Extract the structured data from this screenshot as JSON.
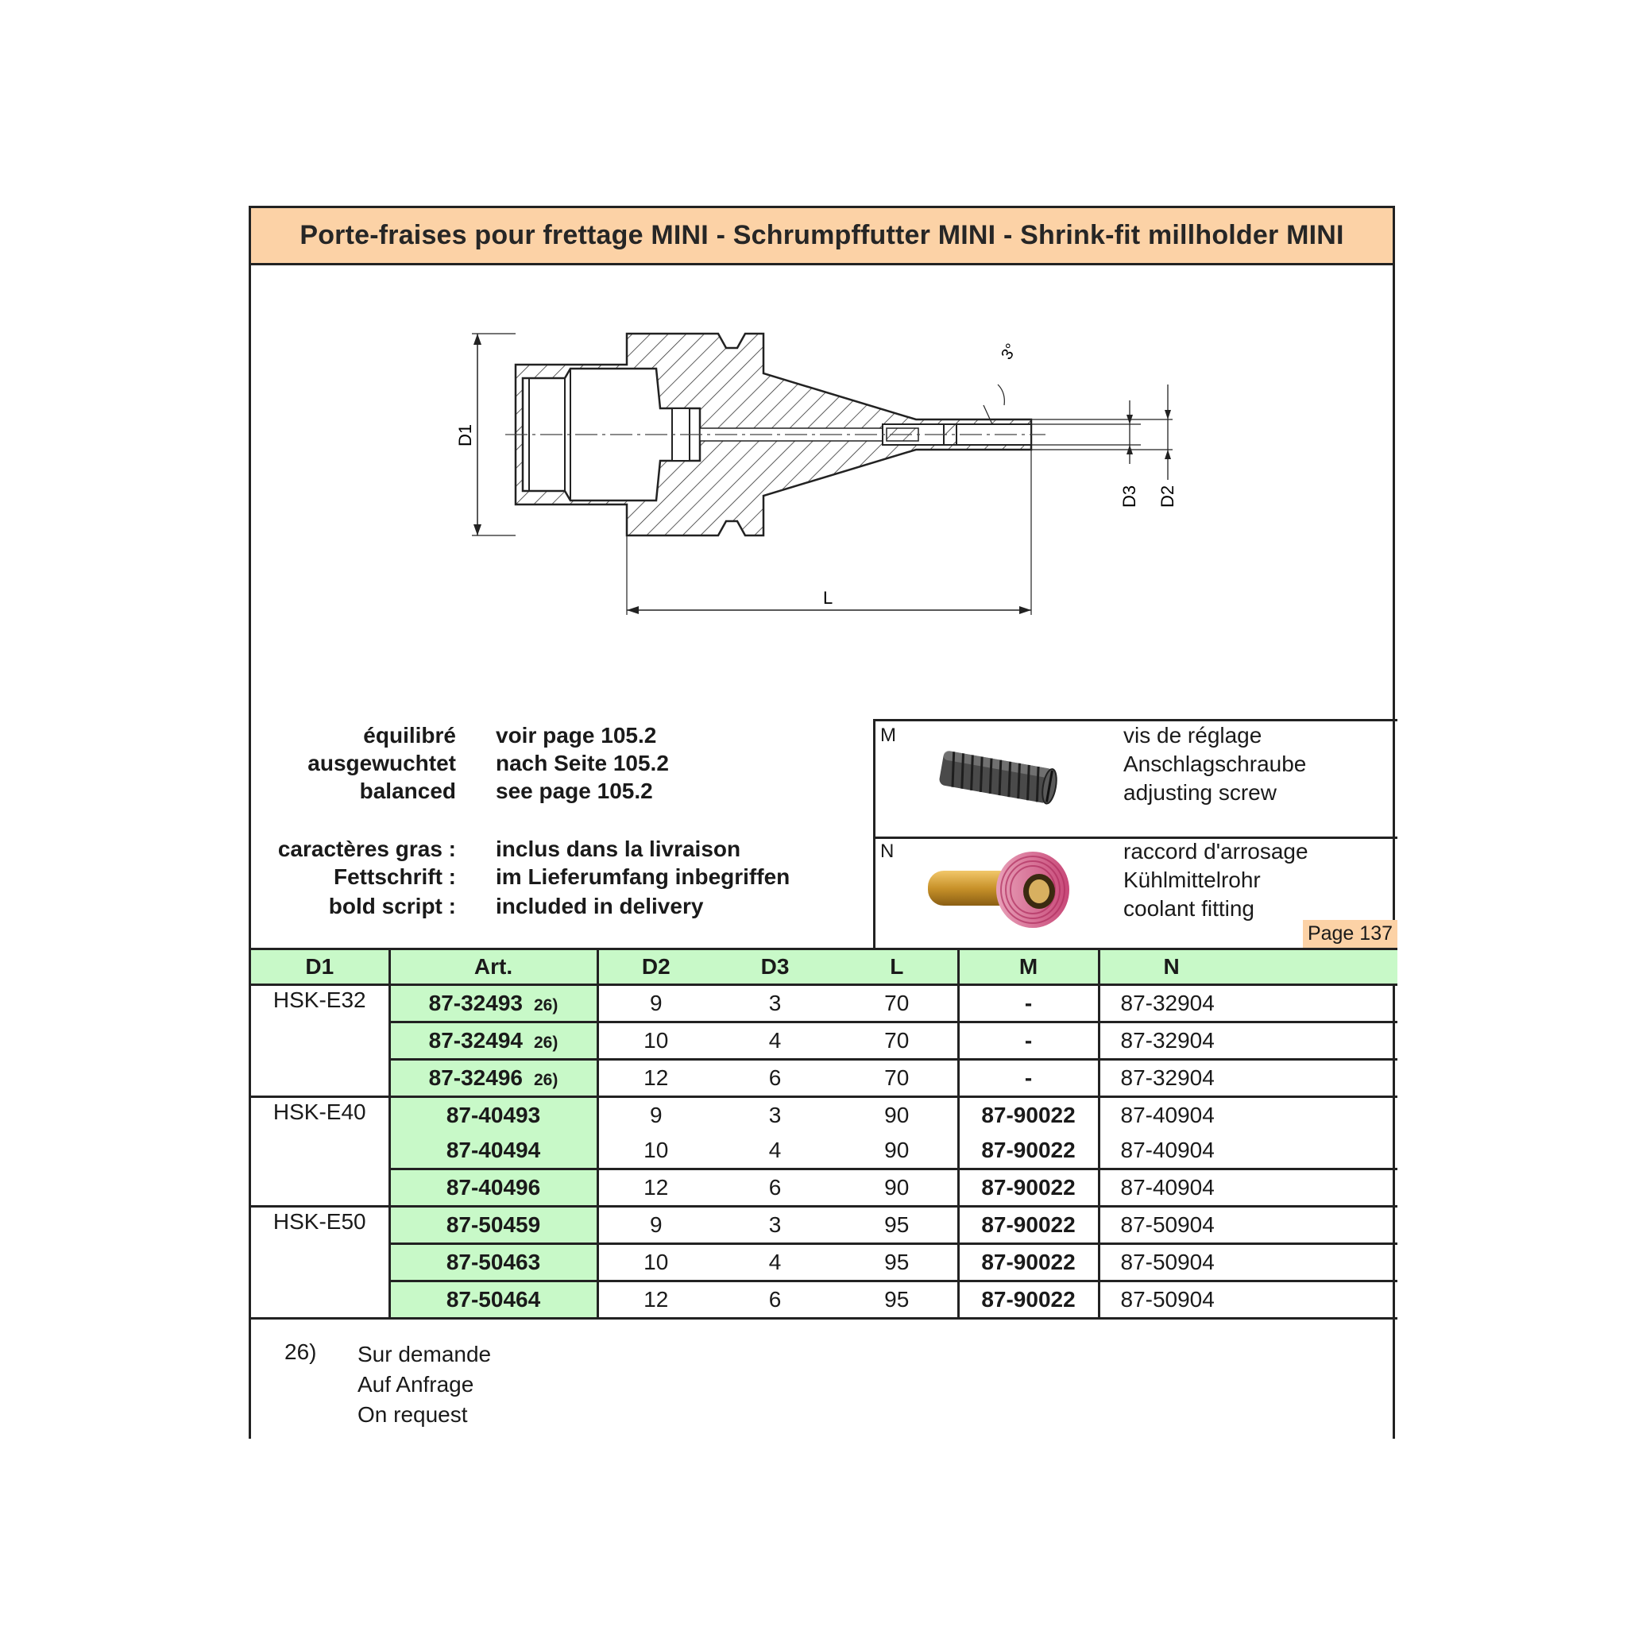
{
  "title": "Porte-fraises pour frettage MINI - Schrumpffutter MINI - Shrink-fit millholder MINI",
  "drawing": {
    "dim_d1": "D1",
    "dim_d2": "D2",
    "dim_d3": "D3",
    "dim_l": "L",
    "angle": "3°"
  },
  "info": {
    "balanced": [
      {
        "label": "équilibré",
        "value": "voir page 105.2"
      },
      {
        "label": "ausgewuchtet",
        "value": "nach Seite 105.2"
      },
      {
        "label": "balanced",
        "value": "see page 105.2"
      }
    ],
    "bold": [
      {
        "label": "caractères gras :",
        "value": "inclus dans la livraison"
      },
      {
        "label": "Fettschrift :",
        "value": "im Lieferumfang inbegriffen"
      },
      {
        "label": "bold script :",
        "value": "included in delivery"
      }
    ]
  },
  "accessories": {
    "m": {
      "letter": "M",
      "lines": [
        "vis de réglage",
        "Anschlagschraube",
        "adjusting screw"
      ],
      "icon": "adjusting-screw-icon"
    },
    "n": {
      "letter": "N",
      "lines": [
        "raccord d'arrosage",
        "Kühlmittelrohr",
        "coolant fitting"
      ],
      "icon": "coolant-fitting-icon"
    },
    "page_ref": "Page 137"
  },
  "table": {
    "headers": [
      "D1",
      "Art.",
      "D2",
      "D3",
      "L",
      "M",
      "N"
    ],
    "groups": [
      {
        "d1": "HSK-E32",
        "rows": [
          {
            "art": "87-32493",
            "note": "26)",
            "d2": "9",
            "d3": "3",
            "l": "70",
            "m": "-",
            "n": "87-32904"
          },
          {
            "art": "87-32494",
            "note": "26)",
            "d2": "10",
            "d3": "4",
            "l": "70",
            "m": "-",
            "n": "87-32904"
          },
          {
            "art": "87-32496",
            "note": "26)",
            "d2": "12",
            "d3": "6",
            "l": "70",
            "m": "-",
            "n": "87-32904"
          }
        ]
      },
      {
        "d1": "HSK-E40",
        "rows": [
          {
            "art": "87-40493",
            "note": "",
            "d2": "9",
            "d3": "3",
            "l": "90",
            "m": "87-90022",
            "n": "87-40904"
          },
          {
            "art": "87-40494",
            "note": "",
            "d2": "10",
            "d3": "4",
            "l": "90",
            "m": "87-90022",
            "n": "87-40904"
          },
          {
            "art": "87-40496",
            "note": "",
            "d2": "12",
            "d3": "6",
            "l": "90",
            "m": "87-90022",
            "n": "87-40904"
          }
        ]
      },
      {
        "d1": "HSK-E50",
        "rows": [
          {
            "art": "87-50459",
            "note": "",
            "d2": "9",
            "d3": "3",
            "l": "95",
            "m": "87-90022",
            "n": "87-50904"
          },
          {
            "art": "87-50463",
            "note": "",
            "d2": "10",
            "d3": "4",
            "l": "95",
            "m": "87-90022",
            "n": "87-50904"
          },
          {
            "art": "87-50464",
            "note": "",
            "d2": "12",
            "d3": "6",
            "l": "95",
            "m": "87-90022",
            "n": "87-50904"
          }
        ]
      }
    ]
  },
  "footnote": {
    "ref": "26)",
    "lines": [
      "Sur demande",
      "Auf Anfrage",
      "On request"
    ]
  }
}
